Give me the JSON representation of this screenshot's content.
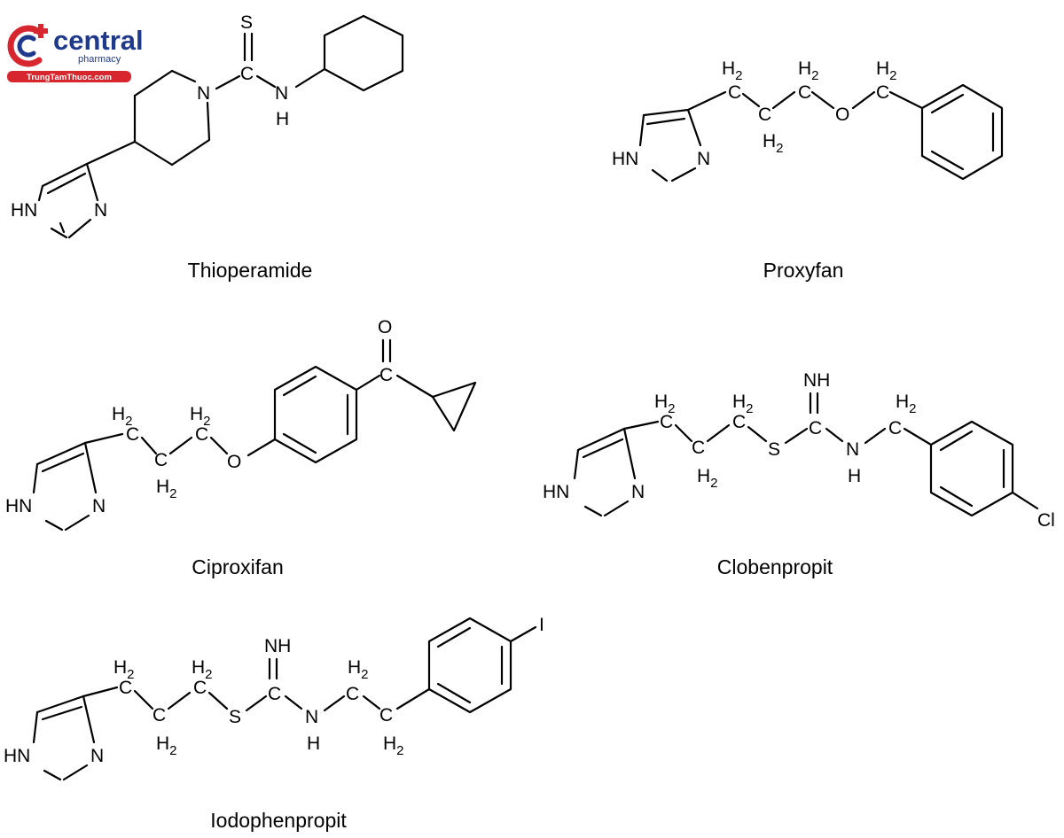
{
  "logo": {
    "name": "central",
    "subtitle": "pharmacy",
    "url": "TrungTamThuoc.com",
    "color_blue": "#1f3a8c",
    "color_red": "#d7262d"
  },
  "captions": {
    "thioperamide": "Thioperamide",
    "proxyfan": "Proxyfan",
    "ciproxifan": "Ciproxifan",
    "clobenpropit": "Clobenpropit",
    "iodophenpropit": "Iodophenpropit"
  },
  "atoms": {
    "hn": "HN",
    "n": "N",
    "nh": "NH",
    "h": "H",
    "c": "C",
    "h2": "H2",
    "s": "S",
    "o": "O",
    "cl": "Cl",
    "i": "I"
  }
}
